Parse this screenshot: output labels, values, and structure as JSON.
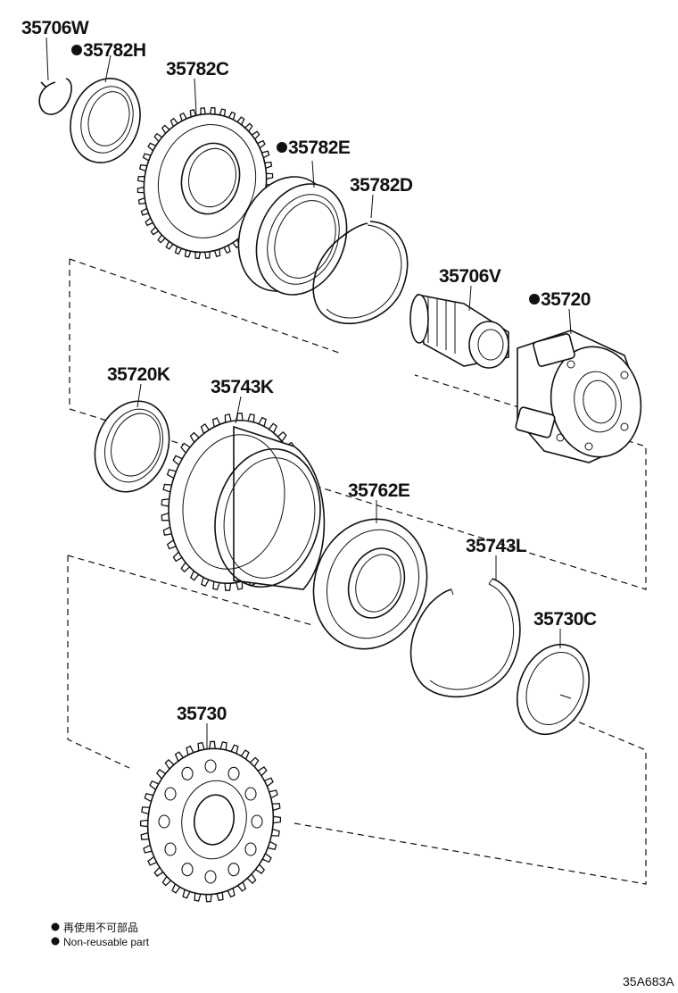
{
  "parts": [
    {
      "id": "p1",
      "number": "35706W",
      "non_reusable": false
    },
    {
      "id": "p2",
      "number": "35782H",
      "non_reusable": true
    },
    {
      "id": "p3",
      "number": "35782C",
      "non_reusable": false
    },
    {
      "id": "p4",
      "number": "35782E",
      "non_reusable": true
    },
    {
      "id": "p5",
      "number": "35782D",
      "non_reusable": false
    },
    {
      "id": "p6",
      "number": "35706V",
      "non_reusable": false
    },
    {
      "id": "p7",
      "number": "35720",
      "non_reusable": true
    },
    {
      "id": "p8",
      "number": "35720K",
      "non_reusable": false
    },
    {
      "id": "p9",
      "number": "35743K",
      "non_reusable": false
    },
    {
      "id": "p10",
      "number": "35762E",
      "non_reusable": false
    },
    {
      "id": "p11",
      "number": "35743L",
      "non_reusable": false
    },
    {
      "id": "p12",
      "number": "35730C",
      "non_reusable": false
    },
    {
      "id": "p13",
      "number": "35730",
      "non_reusable": false
    }
  ],
  "legend": {
    "japanese": "再使用不可部品",
    "english": "Non-reusable part"
  },
  "figure_code": "35A683A"
}
